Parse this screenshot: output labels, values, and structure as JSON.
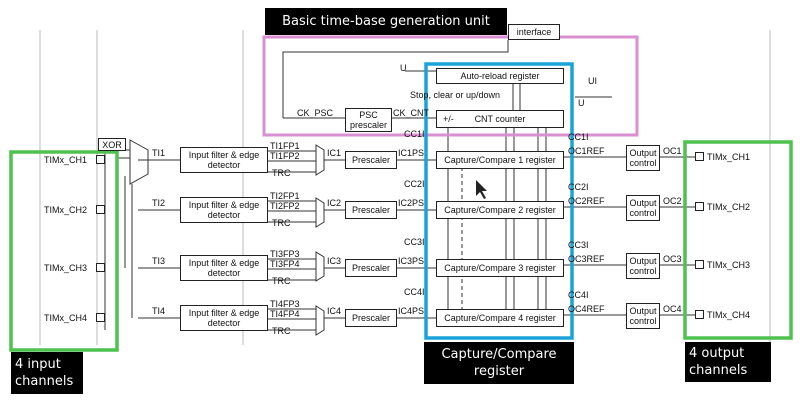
{
  "annotations": {
    "basic_unit": "Basic time-base generation unit",
    "capture_compare": "Capture/Compare register",
    "input_channels": "4 input channels",
    "output_channels": "4 output channels"
  },
  "colors": {
    "green": "#4ec24e",
    "blue": "#1aa3d9",
    "pink": "#d98fd2",
    "banner_bg": "#000000",
    "banner_text": "#ffffff"
  },
  "time_base": {
    "interface": "interface",
    "auto_reload": "Auto-reload register",
    "stop_clear": "Stop, clear or up/down",
    "cnt_counter": "CNT counter",
    "plus_minus": "+/-",
    "psc_line1": "PSC",
    "psc_line2": "prescaler",
    "ck_psc": "CK_PSC",
    "ck_cnt": "CK_CNT",
    "u_top": "U",
    "u_bottom": "U",
    "ui": "UI"
  },
  "xor": "XOR",
  "input_filter_label": "Input filter & edge detector",
  "prescaler_label": "Prescaler",
  "output_control_label": "Output control",
  "trc": "TRC",
  "channels": [
    {
      "pin_in": "TIMx_CH1",
      "ti": "TI1",
      "fp_a": "TI1FP1",
      "fp_b": "TI1FP2",
      "ic": "IC1",
      "icps": "IC1PS",
      "cci": "CC1I",
      "cci_out": "CC1I",
      "ccr": "Capture/Compare 1 register",
      "ocref": "OC1REF",
      "oc": "OC1",
      "pin_out": "TIMx_CH1"
    },
    {
      "pin_in": "TIMx_CH2",
      "ti": "TI2",
      "fp_a": "TI2FP1",
      "fp_b": "TI2FP2",
      "ic": "IC2",
      "icps": "IC2PS",
      "cci": "CC2I",
      "cci_out": "CC2I",
      "ccr": "Capture/Compare 2 register",
      "ocref": "OC2REF",
      "oc": "OC2",
      "pin_out": "TIMx_CH2"
    },
    {
      "pin_in": "TIMx_CH3",
      "ti": "TI3",
      "fp_a": "TI3FP3",
      "fp_b": "TI3FP4",
      "ic": "IC3",
      "icps": "IC3PS",
      "cci": "CC3I",
      "cci_out": "CC3I",
      "ccr": "Capture/Compare 3 register",
      "ocref": "OC3REF",
      "oc": "OC3",
      "pin_out": "TIMx_CH3"
    },
    {
      "pin_in": "TIMx_CH4",
      "ti": "TI4",
      "fp_a": "TI4FP3",
      "fp_b": "TI4FP4",
      "ic": "IC4",
      "icps": "IC4PS",
      "cci": "CC4I",
      "cci_out": "CC4I",
      "ccr": "Capture/Compare 4 register",
      "ocref": "OC4REF",
      "oc": "OC4",
      "pin_out": "TIMx_CH4"
    }
  ]
}
